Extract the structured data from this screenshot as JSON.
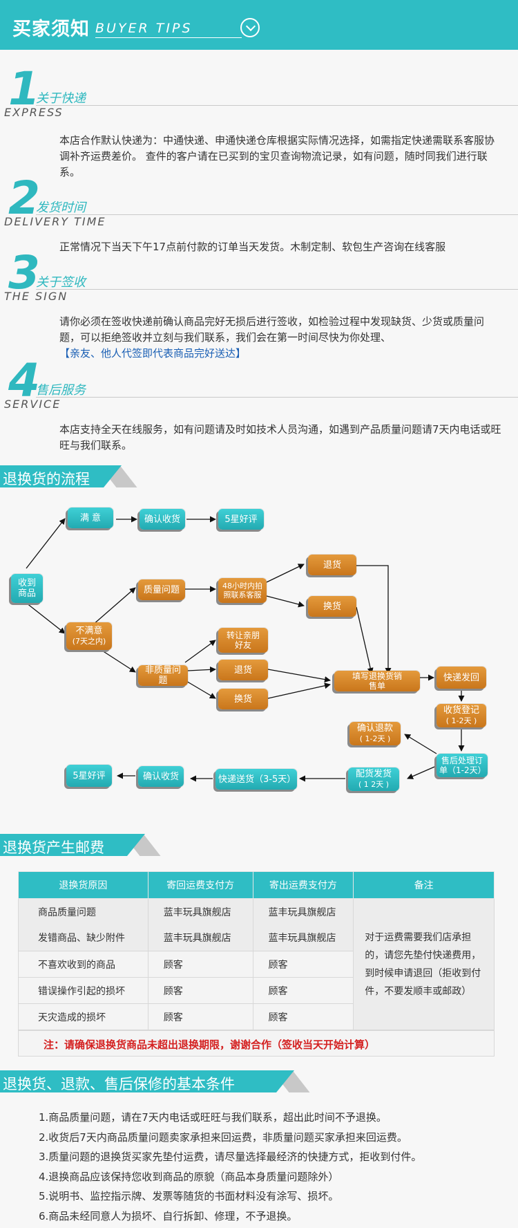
{
  "header": {
    "title_zh": "买家须知",
    "title_en": "BUYER TIPS"
  },
  "sections": [
    {
      "num": "1",
      "zh": "关于快递",
      "en": "EXPRESS",
      "body": "本店合作默认快递为：中通快递、申通快递仓库根据实际情况选择，如需指定快递需联系客服协调补齐运费差价。 查件的客户请在已买到的宝贝查询物流记录，如有问题，随时同我们进行联系。",
      "note": ""
    },
    {
      "num": "2",
      "zh": "发货时间",
      "en": "DELIVERY TIME",
      "body": "正常情况下当天下午17点前付款的订单当天发货。木制定制、软包生产咨询在线客服",
      "note": ""
    },
    {
      "num": "3",
      "zh": "关于签收",
      "en": "THE SIGN",
      "body": "请你必须在签收快递前确认商品完好无损后进行签收，如检验过程中发现缺货、少货或质量问题，可以拒绝签收并立刻与我们联系，我们会在第一时间尽快为你处理、",
      "note": "【亲友、他人代签即代表商品完好送达】"
    },
    {
      "num": "4",
      "zh": "售后服务",
      "en": "SERVICE",
      "body": "本店支持全天在线服务，如有问题请及时如技术人员沟通，如遇到产品质量问题请7天内电话或旺旺与我们联系。",
      "note": ""
    }
  ],
  "banners": {
    "flow": "退换货的流程",
    "postage": "退换货产生邮费",
    "conditions": "退换货、退款、售后保修的基本条件"
  },
  "flow": {
    "received": "收到商品",
    "satisfied": "满  意",
    "confirm1": "确认收货",
    "five_star1": "5星好评",
    "unsatisfied": "不满意",
    "unsatisfied_sub": "(7天之内)",
    "quality": "质量问题",
    "photo_contact": "48小时内拍照联系客服",
    "return1": "退货",
    "exchange1": "换货",
    "non_quality": "非质量问题",
    "transfer": "转让亲朋好友",
    "return2": "退货",
    "exchange2": "换货",
    "fill_form": "填写退换货销售单",
    "express_back": "快递发回",
    "receive_register": "收货登记",
    "receive_register_sub": "( 1-2天 )",
    "after_sale": "售后处理订单（1-2天）",
    "confirm_refund": "确认退款",
    "confirm_refund_sub": "( 1-2天 )",
    "reship": "配货发货",
    "reship_sub": "( 1 2天 )",
    "express_send": "快递送货（3-5天）",
    "confirm2": "确认收货",
    "five_star2": "5星好评"
  },
  "table": {
    "headers": [
      "退换货原因",
      "寄回运费支付方",
      "寄出运费支付方",
      "备注"
    ],
    "rows": [
      [
        "商品质量问题",
        "蓝丰玩具旗舰店",
        "蓝丰玩具旗舰店"
      ],
      [
        "发错商品、缺少附件",
        "蓝丰玩具旗舰店",
        "蓝丰玩具旗舰店"
      ],
      [
        "不喜欢收到的商品",
        "顾客",
        "顾客"
      ],
      [
        "错误操作引起的损坏",
        "顾客",
        "顾客"
      ],
      [
        "天灾造成的损坏",
        "顾客",
        "顾客"
      ]
    ],
    "memo": "对于运费需要我们店承担的，请您先垫付快递费用，到时候申请退回（拒收到付件，不要发顺丰或邮政）",
    "note": "注：请确保退换货商品未超出退换期限，谢谢合作（签收当天开始计算）"
  },
  "conditions": [
    "1.商品质量问题，请在7天内电话或旺旺与我们联系，超出此时间不予退换。",
    "2.收货后7天内商品质量问题卖家承担来回运费，非质量问题买家承担来回运费。",
    "3.质量问题的退换货买家先垫付运费，请尽量选择最经济的快捷方式，拒收到付件。",
    "4.退换商品应该保持您收到商品的原貌（商品本身质量问题除外）",
    "5.说明书、监控指示牌、发票等随货的书面材料没有涂写、损坏。",
    "6.商品未经同意人为损坏、自行拆卸、修理，不予退换。"
  ],
  "colors": {
    "teal": "#2fbdc4",
    "orange": "#d9852a",
    "red": "#d42020",
    "note_blue": "#1a5fb4"
  }
}
